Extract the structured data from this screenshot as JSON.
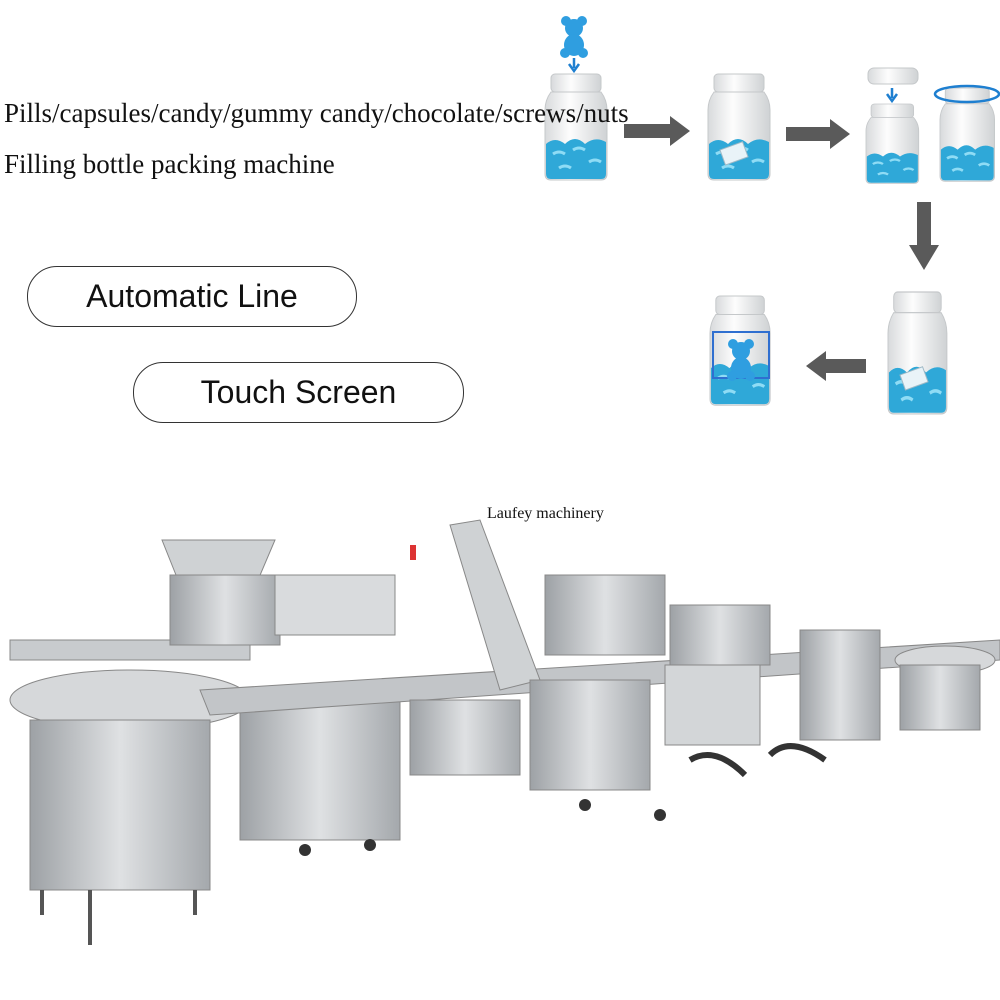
{
  "headline": {
    "line1": "Pills/capsules/candy/gummy candy/chocolate/screws/nuts",
    "line2": "Filling bottle packing machine"
  },
  "features": [
    {
      "label": "Automatic Line"
    },
    {
      "label": "Touch Screen"
    }
  ],
  "brand_label": "Laufey machinery",
  "colors": {
    "candy_blue": "#2fa8d8",
    "arrow_gray": "#555555",
    "steel": "#b9bcbf",
    "accent_blue": "#1e7fd0"
  },
  "process_steps": [
    "fill-candy",
    "insert-desiccant",
    "place-cap",
    "screw-cap",
    "seal",
    "label"
  ]
}
